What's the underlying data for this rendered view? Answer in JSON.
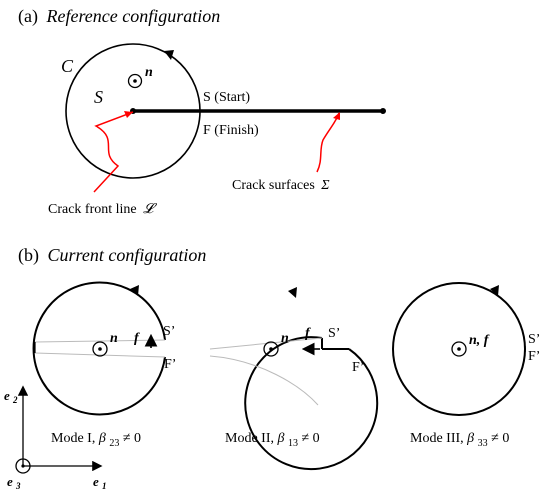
{
  "panel_a": {
    "label": "(a)",
    "title": "Reference configuration",
    "curve_label": "C",
    "surface_label": "S",
    "normal_label": "n",
    "start_label": "S (Start)",
    "finish_label": "F (Finish)",
    "crack_front_label": "Crack front line",
    "crack_front_symbol": "𝓛",
    "crack_surfaces_label": "Crack surfaces",
    "crack_surfaces_symbol": "Σ"
  },
  "panel_b": {
    "label": "(b)",
    "title": "Current configuration",
    "modes": [
      {
        "normal_label": "n",
        "force_label": "f",
        "start_label": "S’",
        "finish_label": "F’",
        "caption": "Mode I, ",
        "beta": "β",
        "subscript": "23",
        "condition": " ≠ 0"
      },
      {
        "normal_label": "n",
        "force_label": "f",
        "start_label": "S’",
        "finish_label": "F’",
        "caption": "Mode II, ",
        "beta": "β",
        "subscript": "13",
        "condition": " ≠ 0"
      },
      {
        "normal_label": "n, f",
        "start_label": "S’",
        "finish_label": "F’",
        "caption": "Mode III, ",
        "beta": "β",
        "subscript": "33",
        "condition": " ≠ 0"
      }
    ]
  },
  "axes": {
    "e1": "e",
    "e1_sub": "1",
    "e2": "e",
    "e2_sub": "2",
    "e3": "e",
    "e3_sub": "3"
  },
  "colors": {
    "stroke": "#000000",
    "highlight": "#ff0000",
    "faint": "#bbbbbb"
  }
}
